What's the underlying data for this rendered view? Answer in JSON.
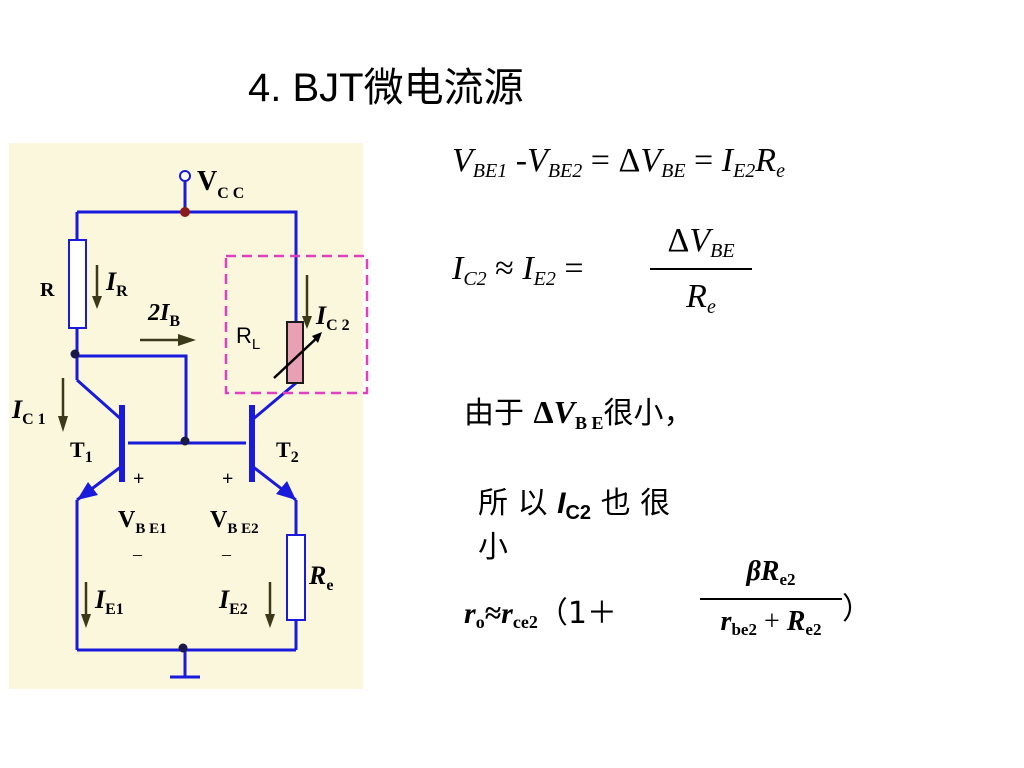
{
  "slide": {
    "title": "4.  BJT微电流源"
  },
  "circuit": {
    "vcc": "V",
    "vcc_sub": "C C",
    "r": "R",
    "ir": "I",
    "ir_sub": "R",
    "two_ib": "2I",
    "two_ib_sub": "B",
    "rl": "R",
    "rl_sub": "L",
    "ic2": "I",
    "ic2_sub": "C 2",
    "ic1": "I",
    "ic1_sub": "C 1",
    "t1": "T",
    "t1_sub": "1",
    "t2": "T",
    "t2_sub": "2",
    "plus1": "+",
    "plus2": "+",
    "vbe1": "V",
    "vbe1_sub": "B E1",
    "vbe2": "V",
    "vbe2_sub": "B E2",
    "minus1": "–",
    "minus2": "–",
    "re": "R",
    "re_sub": "e",
    "ie1": "I",
    "ie1_sub": "E1",
    "ie2": "I",
    "ie2_sub": "E2",
    "wire_color": "#1a1adc",
    "rl_box_color": "#e040c0",
    "rl_fill": "#e8a0b4"
  },
  "equations": {
    "eq1": {
      "v1": "V",
      "v1_sub": "BE1",
      "minus": " -",
      "v2": "V",
      "v2_sub": "BE2",
      "eq_a": " = ",
      "delta": "Δ",
      "v3": "V",
      "v3_sub": "BE",
      "eq_b": " = ",
      "i": "I",
      "i_sub": "E2",
      "r": "R",
      "r_sub": "e"
    },
    "eq2": {
      "ic": "I",
      "ic_sub": "C2",
      "approx": " ≈ ",
      "ie": "I",
      "ie_sub": "E2",
      "eq": " =",
      "num_delta": "Δ",
      "num_v": "V",
      "num_sub": "BE",
      "den_r": "R",
      "den_sub": "e"
    },
    "since_prefix": "由于",
    "since_delta": "Δ",
    "since_v": "V",
    "since_sub": "B E",
    "since_suffix": "很小，",
    "so_prefix": "所 以",
    "so_i": "I",
    "so_sub": "C2",
    "so_suffix": "也 很",
    "so_line2": "小",
    "ro": {
      "r": "r",
      "r_sub": "o",
      "approx": "≈",
      "rce": "r",
      "rce_sub": "ce2",
      "paren": "（1＋",
      "num_beta": "β",
      "num_r": "R",
      "num_sub": "e2",
      "den_r": "r",
      "den_sub": "be2",
      "den_plus": " + ",
      "den_R": "R",
      "den_R_sub": "e2",
      "close": "）"
    }
  }
}
